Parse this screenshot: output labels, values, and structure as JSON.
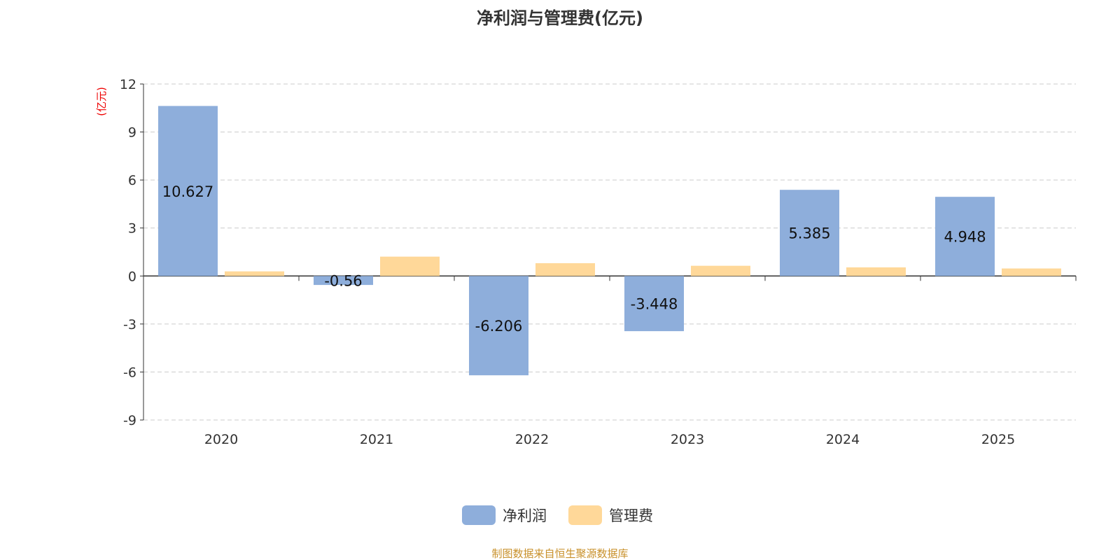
{
  "chart_data": {
    "type": "bar",
    "title": "净利润与管理费(亿元)",
    "ylabel": "(亿元)",
    "xlabel": "",
    "categories": [
      "2020",
      "2021",
      "2022",
      "2023",
      "2024",
      "2025"
    ],
    "series": [
      {
        "name": "净利润",
        "color": "#8eaedb",
        "values": [
          10.627,
          -0.56,
          -6.206,
          -3.448,
          5.385,
          4.948
        ],
        "labels": [
          "10.627",
          "-0.56",
          "-6.206",
          "-3.448",
          "5.385",
          "4.948"
        ]
      },
      {
        "name": "管理费",
        "color": "#ffd899",
        "values": [
          0.29,
          1.21,
          0.8,
          0.64,
          0.54,
          0.47
        ]
      }
    ],
    "ylim": [
      -9,
      12
    ],
    "yticks": [
      "12",
      "9",
      "6",
      "3",
      "0",
      "-3",
      "-6",
      "-9"
    ],
    "grid": true,
    "legend_position": "bottom-center"
  },
  "footer": "制图数据来自恒生聚源数据库"
}
